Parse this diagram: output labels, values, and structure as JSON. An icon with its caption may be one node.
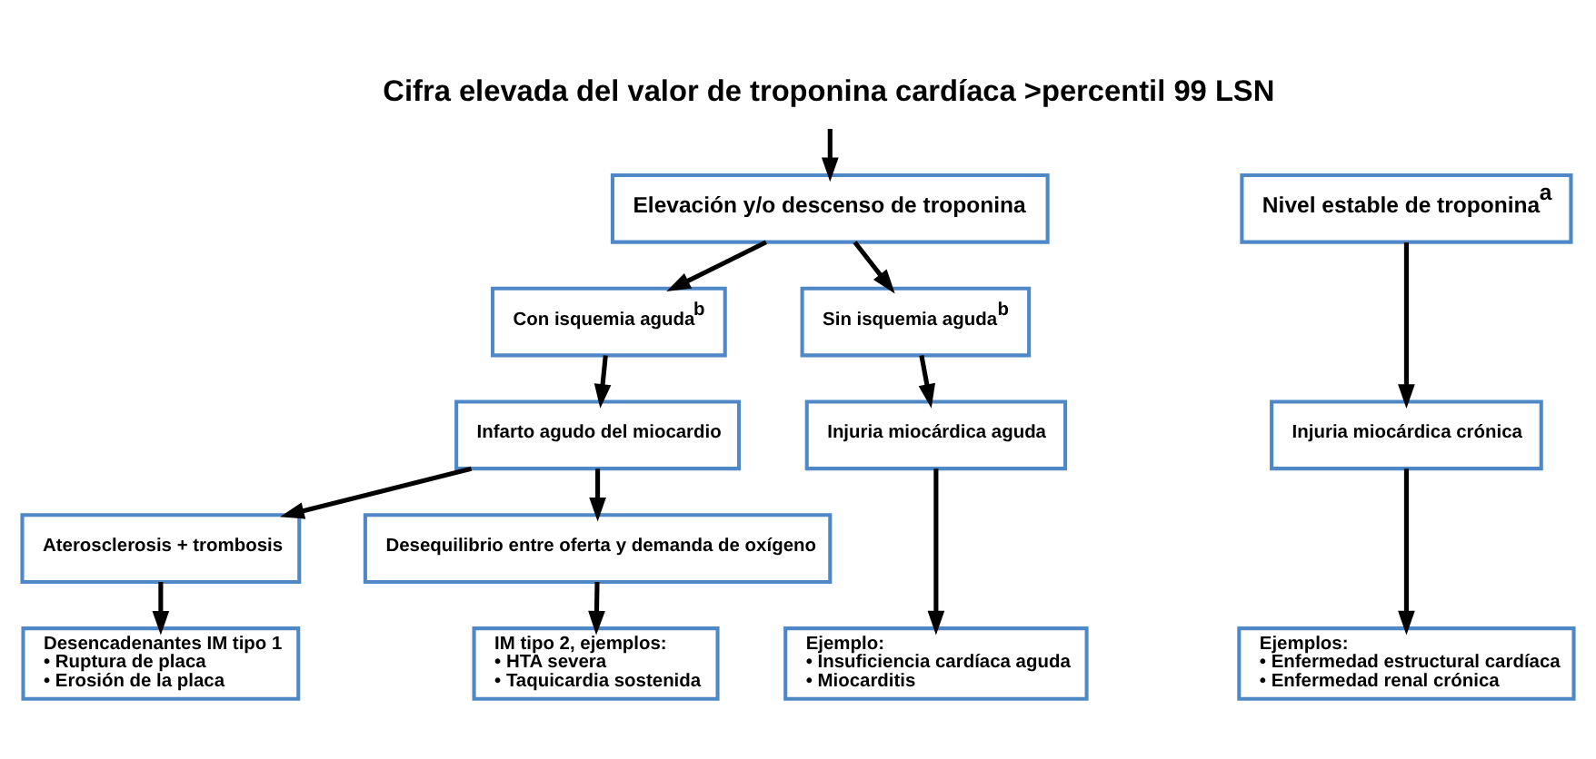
{
  "diagram": {
    "nodes": [
      {
        "text": [
          "Cifra elevada del valor de troponina cardíaca >percentil 99 LSN"
        ]
      },
      {
        "text": [
          "Elevación y/o descenso de troponina"
        ]
      },
      {
        "text": [
          "Nivel estable de troponina$^{a}$"
        ]
      },
      {
        "text": [
          "Con isquemia aguda$^{b}$"
        ]
      },
      {
        "text": [
          "Sin isquemia aguda$^{b}$"
        ]
      },
      {
        "text": [
          "Infarto agudo del miocardio"
        ]
      },
      {
        "text": [
          "Injuria miocárdica aguda"
        ]
      },
      {
        "text": [
          "Injuria miocárdica crónica"
        ]
      },
      {
        "text": [
          "Aterosclerosis + trombosis"
        ]
      },
      {
        "text": [
          "Desequilibrio entre oferta y demanda de oxígeno"
        ]
      },
      {
        "text": [
          "Desencadenantes IM tipo 1",
          "• Ruptura de placa",
          "• Erosión de la placa"
        ]
      },
      {
        "text": [
          "IM tipo 2, ejemplos:",
          "• HTA severa",
          "• Taquicardia sostenida"
        ]
      },
      {
        "text": [
          "Ejemplo:",
          "• Insuficiencia cardíaca aguda",
          "• Miocarditis"
        ]
      },
      {
        "text": [
          "Ejemplos:",
          "• Enfermedad estructural cardíaca",
          "• Enfermedad renal crónica"
        ]
      }
    ],
    "edges": [
      {
        "from": 0,
        "to": 1,
        "arrow": "to"
      },
      {
        "from": 1,
        "to": 3,
        "arrow": "to"
      },
      {
        "from": 1,
        "to": 4,
        "arrow": "to"
      },
      {
        "from": 3,
        "to": 5,
        "arrow": "to"
      },
      {
        "from": 5,
        "to": 8,
        "arrow": "to"
      },
      {
        "from": 5,
        "to": 9,
        "arrow": "to"
      },
      {
        "from": 8,
        "to": 10,
        "arrow": "to"
      },
      {
        "from": 9,
        "to": 11,
        "arrow": "to"
      },
      {
        "from": 4,
        "to": 6,
        "arrow": "to"
      },
      {
        "from": 6,
        "to": 12,
        "arrow": "to"
      },
      {
        "from": 2,
        "to": 7,
        "arrow": "to"
      },
      {
        "from": 7,
        "to": 13,
        "arrow": "to"
      }
    ]
  }
}
